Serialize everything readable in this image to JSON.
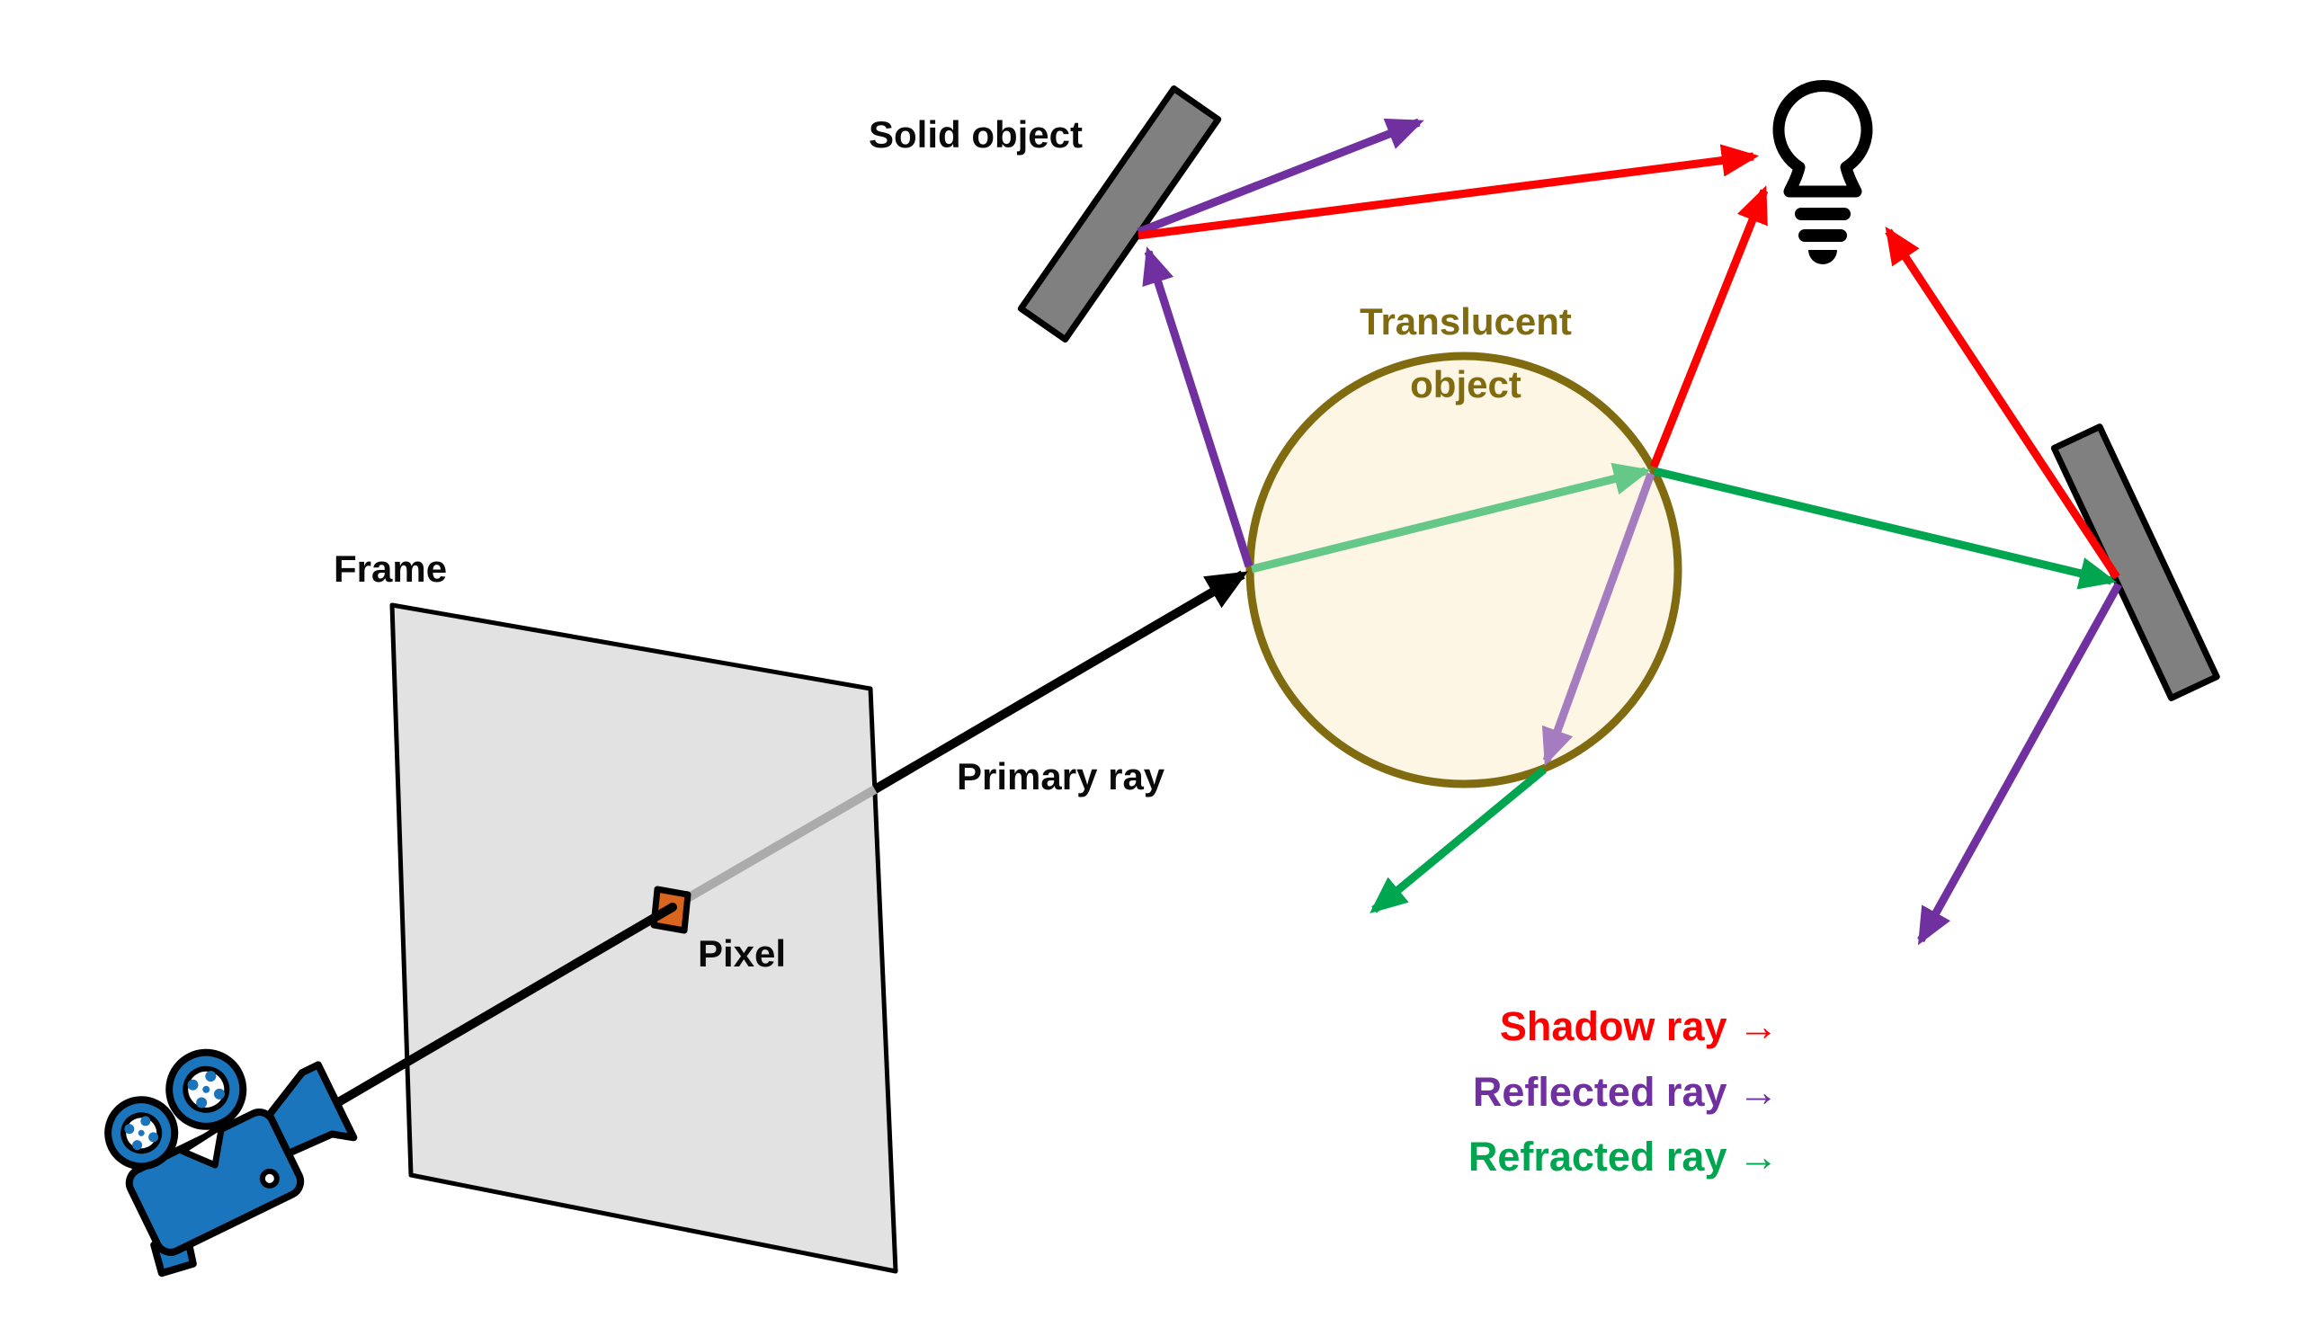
{
  "diagram": {
    "labels": {
      "solid_object": "Solid object",
      "translucent_line1": "Translucent",
      "translucent_line2": "object",
      "frame": "Frame",
      "pixel": "Pixel",
      "primary_ray": "Primary ray"
    },
    "legend": {
      "items": [
        {
          "text": "Shadow ray →",
          "color": "#ff0000"
        },
        {
          "text": "Reflected ray →",
          "color": "#7030a0"
        },
        {
          "text": "Refracted ray →",
          "color": "#00a64f"
        }
      ]
    },
    "colors": {
      "shadow_ray": "#ff0000",
      "reflected_ray": "#7030a0",
      "reflected_ray_internal": "#a47cbf",
      "refracted_ray": "#00a64f",
      "refracted_ray_internal": "#66c888",
      "primary_ray": "#000000",
      "primary_ray_behind_frame": "#ababab",
      "solid_object_fill": "#808080",
      "frame_fill": "#e2e2e2",
      "translucent_fill": "#fdf6e4",
      "translucent_stroke": "#806b10",
      "pixel_fill": "#d9651e",
      "camera_blue": "#1b75bc"
    },
    "icons": {
      "camera": "movie-camera-icon",
      "light_source": "light-bulb-icon"
    }
  }
}
